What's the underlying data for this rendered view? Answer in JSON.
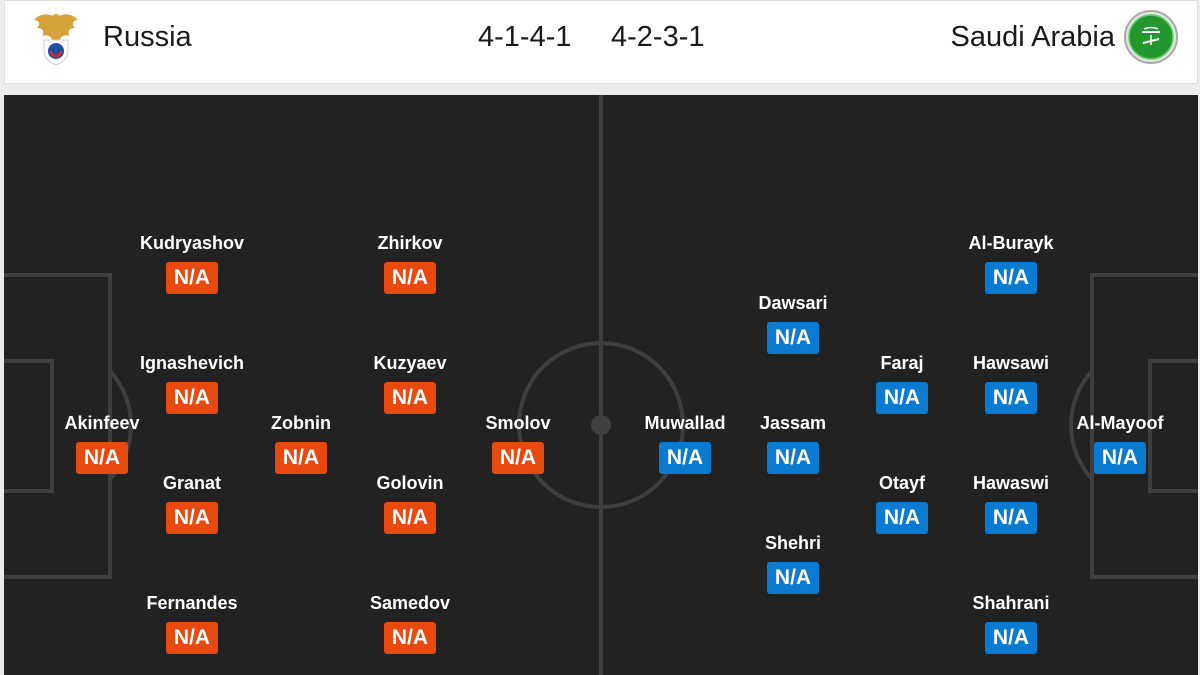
{
  "match": {
    "home_team": "Russia",
    "away_team": "Saudi Arabia",
    "home_formation": "4-1-4-1",
    "away_formation": "4-2-3-1"
  },
  "colors": {
    "home_accent": "#e8490f",
    "away_accent": "#0b7ad1",
    "pitch": "#222222",
    "pitch_lines": "#3f3f3f"
  },
  "icons": {
    "home_crest": "russia-eagle-crest-icon",
    "away_crest": "saudi-arabia-crest-icon"
  },
  "home_players": [
    {
      "name": "Akinfeev",
      "rating": "N/A"
    },
    {
      "name": "Kudryashov",
      "rating": "N/A"
    },
    {
      "name": "Ignashevich",
      "rating": "N/A"
    },
    {
      "name": "Granat",
      "rating": "N/A"
    },
    {
      "name": "Fernandes",
      "rating": "N/A"
    },
    {
      "name": "Zobnin",
      "rating": "N/A"
    },
    {
      "name": "Zhirkov",
      "rating": "N/A"
    },
    {
      "name": "Kuzyaev",
      "rating": "N/A"
    },
    {
      "name": "Golovin",
      "rating": "N/A"
    },
    {
      "name": "Samedov",
      "rating": "N/A"
    },
    {
      "name": "Smolov",
      "rating": "N/A"
    }
  ],
  "away_players": [
    {
      "name": "Al-Mayoof",
      "rating": "N/A"
    },
    {
      "name": "Al-Burayk",
      "rating": "N/A"
    },
    {
      "name": "Hawsawi",
      "rating": "N/A"
    },
    {
      "name": "Hawaswi",
      "rating": "N/A"
    },
    {
      "name": "Shahrani",
      "rating": "N/A"
    },
    {
      "name": "Faraj",
      "rating": "N/A"
    },
    {
      "name": "Otayf",
      "rating": "N/A"
    },
    {
      "name": "Dawsari",
      "rating": "N/A"
    },
    {
      "name": "Jassam",
      "rating": "N/A"
    },
    {
      "name": "Shehri",
      "rating": "N/A"
    },
    {
      "name": "Muwallad",
      "rating": "N/A"
    }
  ]
}
